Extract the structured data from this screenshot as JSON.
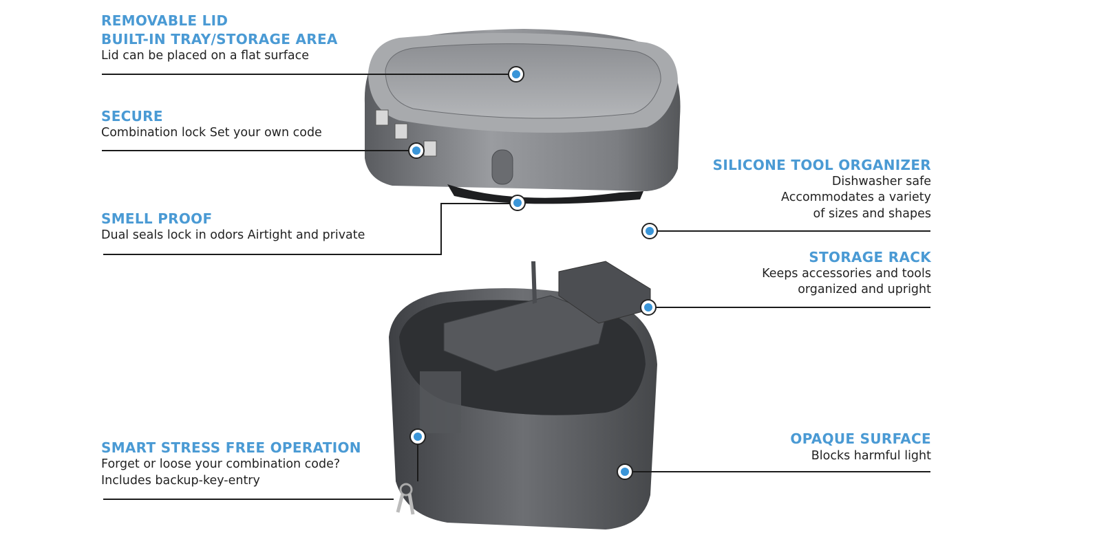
{
  "accent_color": "#4a9ad4",
  "callouts": [
    {
      "title_lines": [
        "REMOVABLE LID",
        "BUILT-IN TRAY/STORAGE AREA"
      ],
      "desc_lines": [
        "Lid can be placed on a flat surface"
      ]
    },
    {
      "title_lines": [
        "SECURE"
      ],
      "desc_lines": [
        "Combination lock Set your own code"
      ]
    },
    {
      "title_lines": [
        "SMELL PROOF"
      ],
      "desc_lines": [
        "Dual seals lock in odors Airtight and  private"
      ]
    },
    {
      "title_lines": [
        "SILICONE TOOL ORGANIZER"
      ],
      "desc_lines": [
        "Dishwasher safe",
        "Accommodates a variety",
        "of sizes and shapes"
      ]
    },
    {
      "title_lines": [
        "STORAGE RACK"
      ],
      "desc_lines": [
        "Keeps accessories and tools",
        "organized and upright"
      ]
    },
    {
      "title_lines": [
        "OPAQUE SURFACE"
      ],
      "desc_lines": [
        "Blocks harmful light"
      ]
    },
    {
      "title_lines": [
        "SMART STRESS FREE OPERATION"
      ],
      "desc_lines": [
        "Forget or loose your combination code?",
        "Includes backup-key-entry"
      ]
    }
  ]
}
